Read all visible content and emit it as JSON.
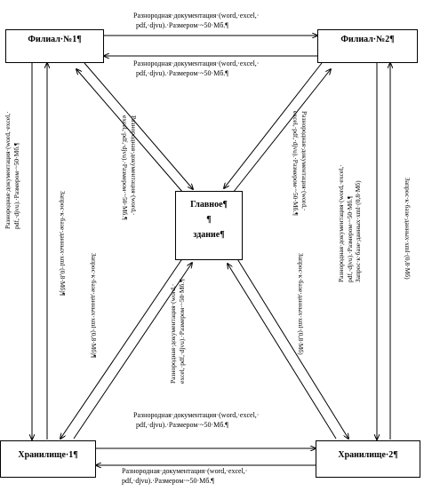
{
  "nodes": {
    "filial1": "Филиал·№1¶",
    "filial2": "Филиал·№2¶",
    "main_line1": "Главное¶",
    "main_line2": "¶",
    "main_line3": "здание¶",
    "storage1": "Хранилище·1¶",
    "storage2": "Хранилище·2¶"
  },
  "labels": {
    "top1_line1": "Разнородная·документация·(word,·excel,·",
    "top1_line2": "pdf,·djvu).·Размером·~50·Мб.¶",
    "top2_line1": "Разнородная·документация·(word,·excel,·",
    "top2_line2": "pdf,·djvu).·Размером·~50·Мб.¶",
    "bottom1_line1": "Разнородная·документация·(word,·excel,·",
    "bottom1_line2": "pdf,·djvu).·Размером·~50·Мб.¶",
    "bottom2_line1": "Разнородная·документация·(word,·excel,·",
    "bottom2_line2": "pdf,·djvu).·Размером·~50·Мб.¶",
    "left_outer_line1": "Разнородная·документация·(word,·excel,·",
    "left_outer_line2": "pdf,·djvu).·Размером·~50·Мб.¶",
    "left_inner": "Запрос·к·базе·данных·xml·(0,8·Мб)¶",
    "right_outer": "Запрос·к·базе·данных·xml·(0,8·Мб)",
    "right_inner_line1": "Разнородная·документация·(word,·excel,·",
    "right_inner_line2": "pdf,·djvu).·Размером·~50·Мб.¶",
    "right_inner_line3": "Запрос·к·базе·данных·xml·(0,8·Мб)",
    "diag_ul_line1": "Разнородная·документация·(word,·",
    "diag_ul_line2": "excel,·pdf,·djvu).·Размером·~50·Мб.¶",
    "diag_ur_line1": "Разнородная·документация·(word,·",
    "diag_ur_line2": "excel,·pdf,·djvu).·Размером·~50·Мб.¶",
    "diag_ur_line3": "Запрос·к·базе·данных·xml·(0,8·Мб)",
    "diag_ll": "Запрос·к·базе·данных·xml·(0,8·Мб)¶",
    "diag_lr_line1": "Разнородная·документация·(word,·",
    "diag_lr_line2": "excel,·pdf,·djvu).·Размером·~50·Мб.¶"
  }
}
